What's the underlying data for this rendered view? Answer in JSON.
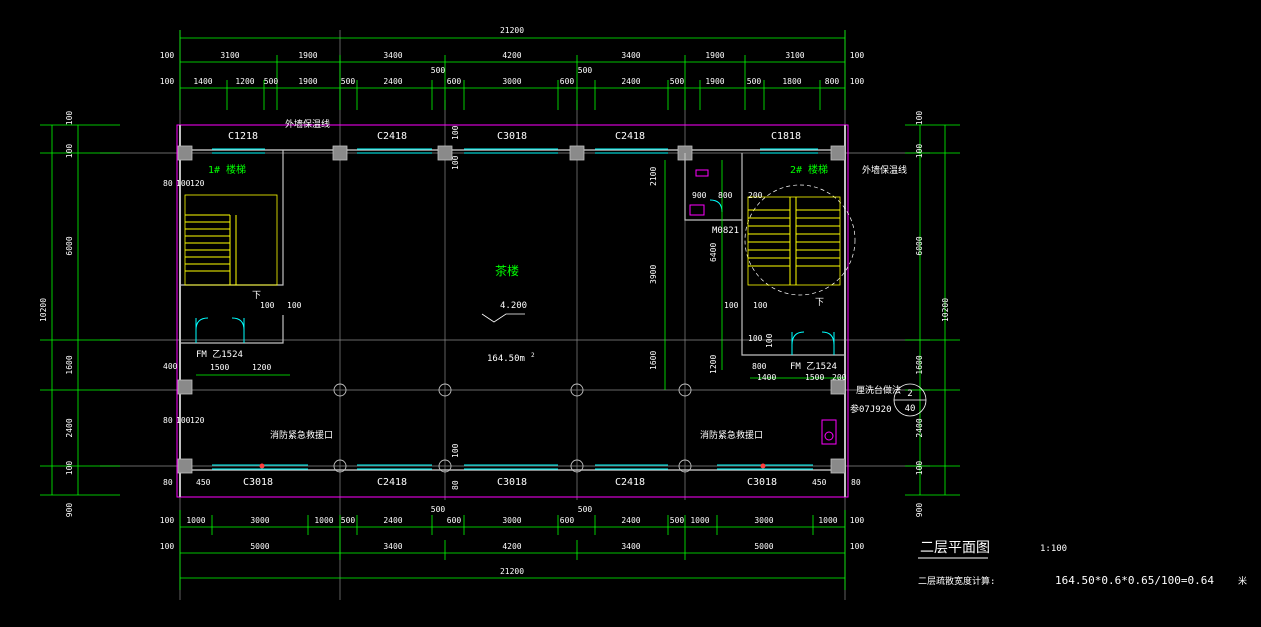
{
  "dimensions": {
    "total_width": "21200",
    "top_row1": [
      "3100",
      "1900",
      "3400",
      "4200",
      "3400",
      "1900",
      "3100"
    ],
    "top_row2": [
      "1400",
      "1200",
      "500",
      "1900",
      "500",
      "2400",
      "600",
      "3000",
      "600",
      "2400",
      "500",
      "1900",
      "500",
      "1800",
      "800"
    ],
    "top_row2_extra": [
      "500",
      "500"
    ],
    "bottom_row1": [
      "1000",
      "3000",
      "1000",
      "500",
      "2400",
      "600",
      "3000",
      "600",
      "2400",
      "500",
      "1000",
      "3000",
      "1000"
    ],
    "bottom_row1_extra": [
      "500",
      "500"
    ],
    "bottom_row2": [
      "5000",
      "3400",
      "4200",
      "3400",
      "5000"
    ],
    "edge_100": "100",
    "left_col_outer": [
      "100",
      "100",
      "6000",
      "1600",
      "2400",
      "100",
      "900"
    ],
    "left_total": "10200",
    "right_col_outer": [
      "100",
      "100",
      "6000",
      "1600",
      "2400",
      "100",
      "900"
    ],
    "right_total": "10200"
  },
  "windows": {
    "top": [
      "C1218",
      "C2418",
      "C3018",
      "C2418",
      "C1818"
    ],
    "bottom": [
      "C3018",
      "C2418",
      "C3018",
      "C2418",
      "C3018"
    ]
  },
  "labels": {
    "stair_1": "1# 楼梯",
    "stair_2": "2# 楼梯",
    "insulation_top": "外墙保温线",
    "insulation_right": "外墙保温线",
    "hall": "茶楼",
    "elevation": "4.200",
    "area": "164.50m",
    "area_sup": "2",
    "fire_left": "消防紧急救援口",
    "fire_right": "消防紧急救援口",
    "door_fm_left": "FM 乙1524",
    "door_fm_right": "FM 乙1524",
    "door_m0821": "M0821",
    "down_left": "下",
    "down_right": "下",
    "basin_title": "厘洗台做法",
    "basin_ref": "参07J920",
    "detail_num": "2",
    "detail_sheet": "40"
  },
  "inner_dims": {
    "left_stair": [
      "80",
      "100",
      "120",
      "100",
      "100",
      "400",
      "1500",
      "1200",
      "80",
      "100",
      "120"
    ],
    "right_block": [
      "2100",
      "900",
      "800",
      "200",
      "3900",
      "6400",
      "100",
      "100",
      "1600",
      "1200",
      "1400",
      "1500",
      "100",
      "800",
      "200"
    ],
    "bottom_small": [
      "80",
      "450",
      "80",
      "450",
      "80",
      "100",
      "100",
      "100",
      "100"
    ]
  },
  "title": {
    "name": "二层平面图",
    "scale": "1:100",
    "calc_label": "二层疏散宽度计算:",
    "calc_formula": "164.50*0.6*0.65/100=0.64",
    "calc_unit": "米"
  },
  "colors": {
    "background": "#000000",
    "grid": "#8a8a8a",
    "dimension": "#00ff00",
    "wall": "#c0c0c0",
    "window": "#00ffff",
    "insulation": "#ff00ff",
    "stair": "#ffff00",
    "text": "#ffffff"
  }
}
